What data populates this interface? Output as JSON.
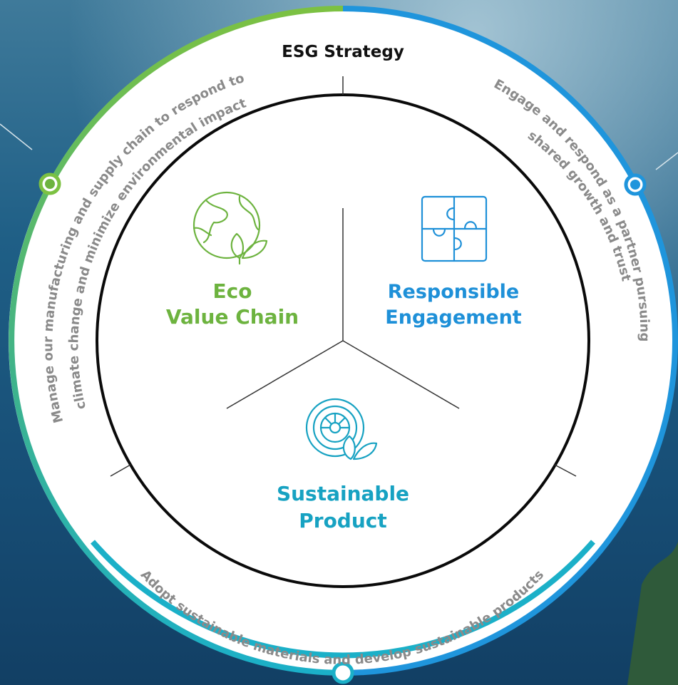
{
  "title": "ESG Strategy",
  "pillars": [
    {
      "id": "eco",
      "line1": "Eco",
      "line2": "Value Chain",
      "color": "#6db33f",
      "icon": "globe-leaf-icon"
    },
    {
      "id": "engagement",
      "line1": "Responsible",
      "line2": "Engagement",
      "color": "#1e90d8",
      "icon": "puzzle-icon"
    },
    {
      "id": "product",
      "line1": "Sustainable",
      "line2": "Product",
      "color": "#17a2c2",
      "icon": "tire-leaf-icon"
    }
  ],
  "ring_texts": {
    "left_line1": "Manage our manufacturing and supply chain to respond to",
    "left_line2": "climate change and minimize environmental impact",
    "right_line1": "Engage and respond as a partner pursuing",
    "right_line2": "shared growth and trust",
    "bottom": "Adopt sustainable materials and develop sustainable products"
  },
  "colors": {
    "ring_green": "#7cc142",
    "ring_blue": "#1f95dc",
    "ring_teal": "#1bb0c8",
    "ring_text": "#8a8a8a",
    "title": "#111111",
    "inner_border": "#0a0a0a"
  }
}
